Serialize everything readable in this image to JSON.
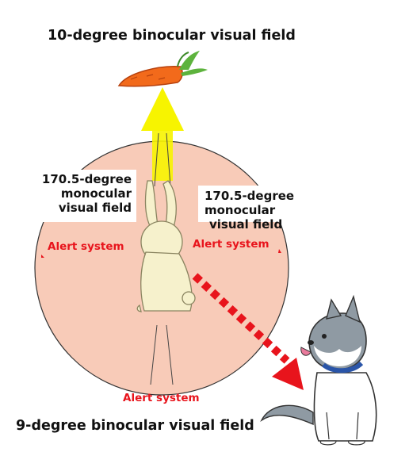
{
  "labels": {
    "top_title": "10-degree binocular visual field",
    "bottom_title": "9-degree binocular visual field",
    "left_field": [
      "170.5-degree",
      "monocular",
      "visual field"
    ],
    "right_field": [
      "170.5-degree monocular",
      "visual field"
    ],
    "alert_left": "Alert system",
    "alert_right": "Alert system",
    "alert_bottom": "Alert system"
  },
  "colors": {
    "circle_fill": "#f8cbb8",
    "alert_text": "#e8141c",
    "arrow_up": "#f7f400",
    "dashed_arrow": "#e8141c",
    "carrot": "#f26a1b",
    "rabbit": "#f6f1cc"
  },
  "icons": [
    "carrot-icon",
    "rabbit-icon",
    "dog-icon",
    "up-arrow-icon",
    "threat-arrow-icon"
  ]
}
